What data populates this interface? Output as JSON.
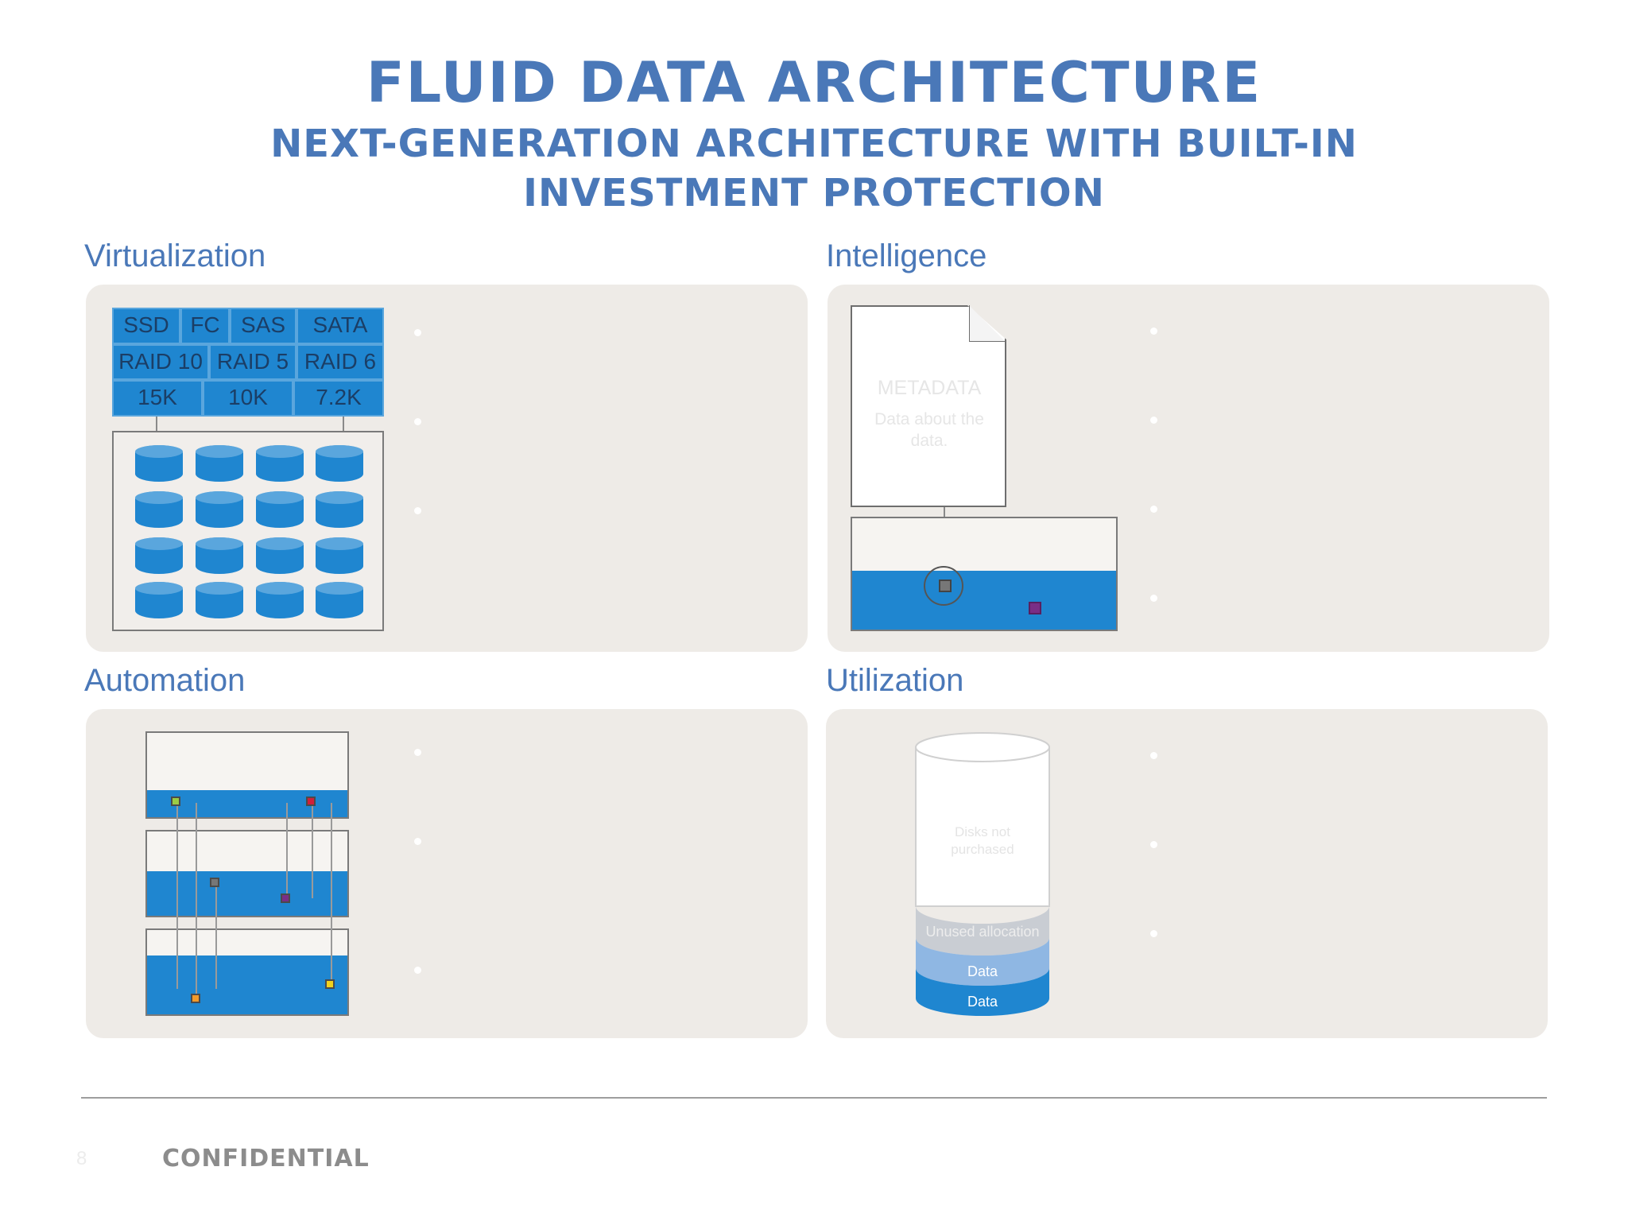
{
  "slide": {
    "title": "FLUID DATA ARCHITECTURE",
    "subtitle": "NEXT-GENERATION ARCHITECTURE WITH BUILT-IN INVESTMENT PROTECTION"
  },
  "sections": {
    "virtualization": {
      "heading": "Virtualization",
      "table_rows": [
        [
          "SSD",
          "FC",
          "SAS",
          "SATA"
        ],
        [
          "RAID 10",
          "RAID 5",
          "RAID 6"
        ],
        [
          "15K",
          "10K",
          "7.2K"
        ]
      ]
    },
    "intelligence": {
      "heading": "Intelligence",
      "doc_title": "METADATA",
      "doc_body": "Data about the data."
    },
    "automation": {
      "heading": "Automation"
    },
    "utilization": {
      "heading": "Utilization",
      "layers": {
        "not_purchased": "Disks not purchased",
        "unused": "Unused allocation",
        "data1": "Data",
        "data2": "Data"
      }
    }
  },
  "footer": {
    "page_number": "8",
    "label": "CONFIDENTIAL"
  },
  "colors": {
    "accent": "#4a78b8",
    "storage_blue": "#1f86d0",
    "panel_bg": "#eeebe7"
  }
}
